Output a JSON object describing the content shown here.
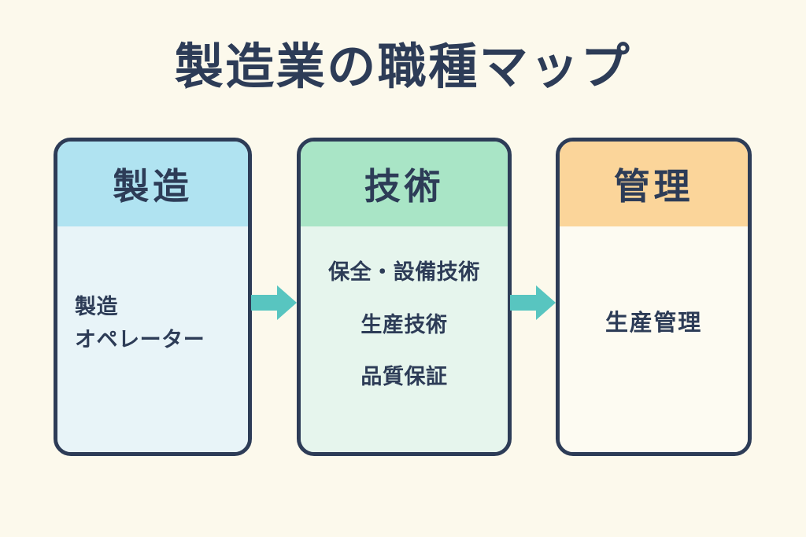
{
  "title": "製造業の職種マップ",
  "columns": [
    {
      "id": "manufacturing",
      "header": "製造",
      "header_color": "#b0e3f1",
      "body_color": "#e8f4f8",
      "items": [
        "製造\nオペレーター"
      ]
    },
    {
      "id": "engineering",
      "header": "技術",
      "header_color": "#a9e5c6",
      "body_color": "#e6f5ed",
      "items": [
        "保全・設備技術",
        "生産技術",
        "品質保証"
      ]
    },
    {
      "id": "management",
      "header": "管理",
      "header_color": "#fbd59a",
      "body_color": "#fdfbf2",
      "items": [
        "生産管理"
      ]
    }
  ],
  "arrows": [
    {
      "icon": "arrow-right-icon",
      "direction": "right",
      "color": "#58c5c0"
    },
    {
      "icon": "arrow-right-icon",
      "direction": "right",
      "color": "#58c5c0"
    }
  ],
  "colors": {
    "background": "#fcf9ec",
    "text_navy": "#2d3c57",
    "border_navy": "#2d3c57",
    "arrow_teal": "#58c5c0"
  }
}
